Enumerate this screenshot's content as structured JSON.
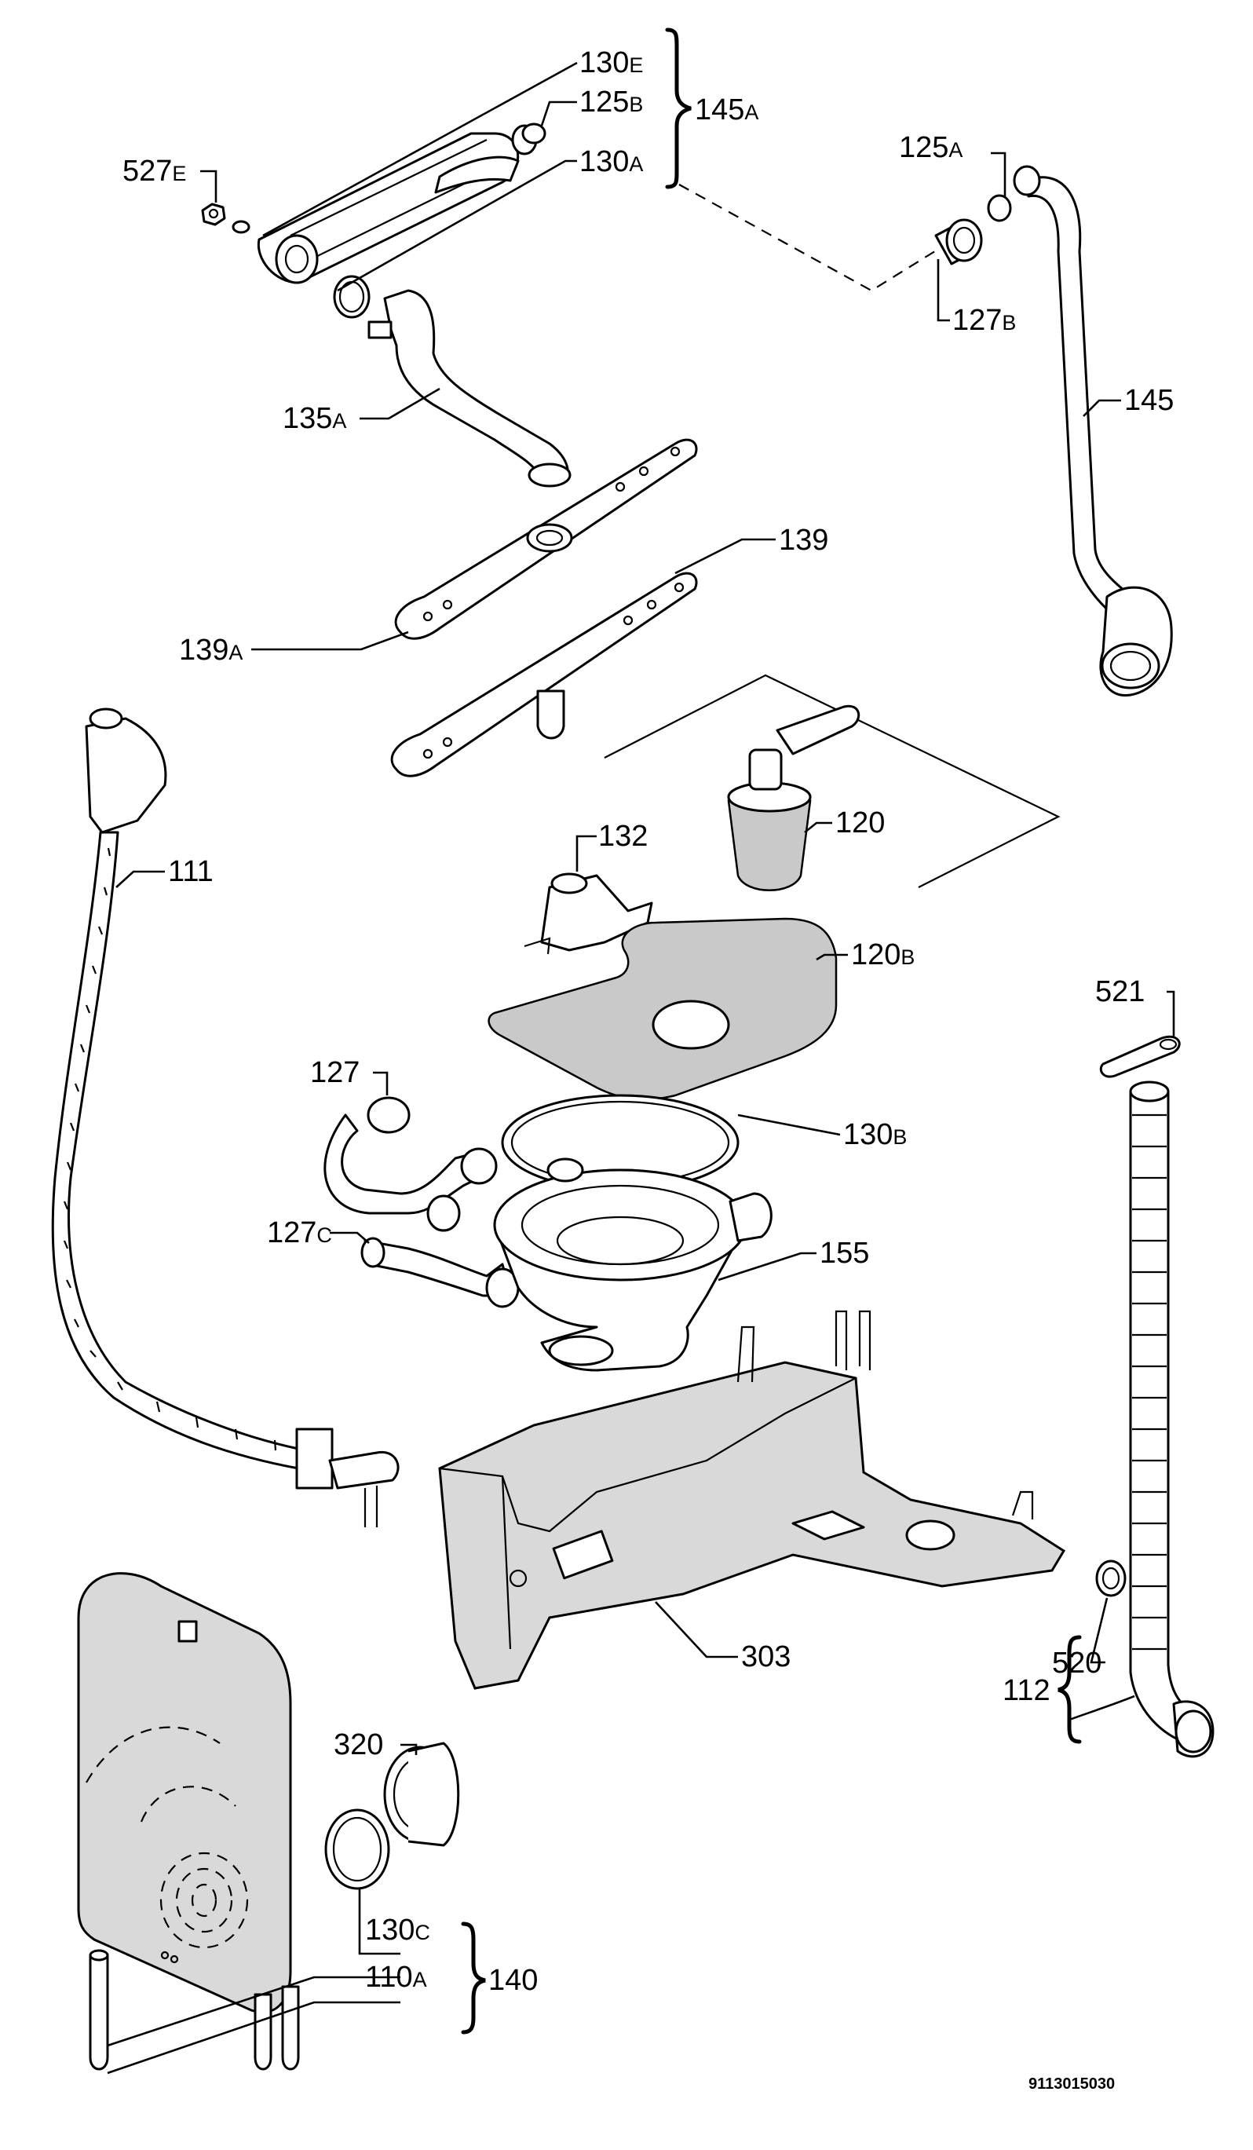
{
  "diagram": {
    "document_number": "9113015030",
    "labels": {
      "l130E": {
        "num": "130",
        "suf": "E"
      },
      "l125B": {
        "num": "125",
        "suf": "B"
      },
      "l130A": {
        "num": "130",
        "suf": "A"
      },
      "l145A": {
        "num": "145",
        "suf": "A"
      },
      "l527E": {
        "num": "527",
        "suf": "E"
      },
      "l125A": {
        "num": "125",
        "suf": "A"
      },
      "l127B": {
        "num": "127",
        "suf": "B"
      },
      "l145": {
        "num": "145",
        "suf": ""
      },
      "l135A": {
        "num": "135",
        "suf": "A"
      },
      "l139": {
        "num": "139",
        "suf": ""
      },
      "l139A": {
        "num": "139",
        "suf": "A"
      },
      "l120": {
        "num": "120",
        "suf": ""
      },
      "l132": {
        "num": "132",
        "suf": ""
      },
      "l111": {
        "num": "111",
        "suf": ""
      },
      "l120B": {
        "num": "120",
        "suf": "B"
      },
      "l521": {
        "num": "521",
        "suf": ""
      },
      "l127": {
        "num": "127",
        "suf": ""
      },
      "l130B": {
        "num": "130",
        "suf": "B"
      },
      "l127C": {
        "num": "127",
        "suf": "C"
      },
      "l155": {
        "num": "155",
        "suf": ""
      },
      "l303": {
        "num": "303",
        "suf": ""
      },
      "l520": {
        "num": "520",
        "suf": ""
      },
      "l112": {
        "num": "112",
        "suf": ""
      },
      "l320": {
        "num": "320",
        "suf": ""
      },
      "l130C": {
        "num": "130",
        "suf": "C"
      },
      "l110A": {
        "num": "110",
        "suf": "A"
      },
      "l140": {
        "num": "140",
        "suf": ""
      }
    }
  }
}
